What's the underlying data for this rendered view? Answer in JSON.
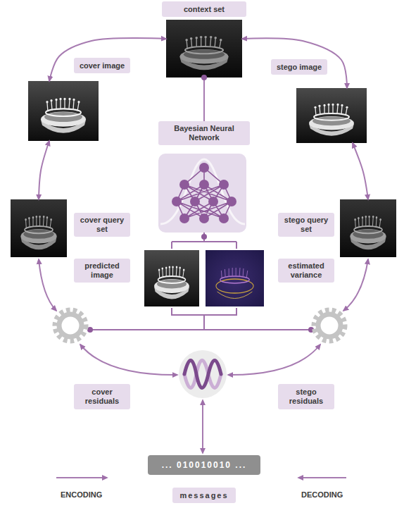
{
  "diagram": {
    "nodes": [
      {
        "text": [
          "context set"
        ]
      },
      {
        "text": [
          "cover image"
        ]
      },
      {
        "text": [
          "stego image"
        ]
      },
      {
        "text": [
          "Bayesian Neural Network"
        ]
      },
      {
        "text": [
          "cover query set"
        ]
      },
      {
        "text": [
          "stego query set"
        ]
      },
      {
        "text": [
          "predicted image"
        ]
      },
      {
        "text": [
          "estimated variance"
        ]
      },
      {
        "text": [
          "cover residuals"
        ]
      },
      {
        "text": [
          "stego residuals"
        ]
      },
      {
        "text": [
          "... 010010010 ...",
          "messages"
        ]
      }
    ],
    "edges": [
      {
        "from": 1,
        "to": 0,
        "arrow": "both"
      },
      {
        "from": 0,
        "to": 2,
        "arrow": "both"
      },
      {
        "from": 1,
        "to": 4,
        "arrow": "both"
      },
      {
        "from": 2,
        "to": 5,
        "arrow": "both"
      },
      {
        "from": 0,
        "to": 3,
        "arrow": "none"
      }
    ],
    "labels": [
      "ENCODING",
      "DECODING"
    ]
  }
}
